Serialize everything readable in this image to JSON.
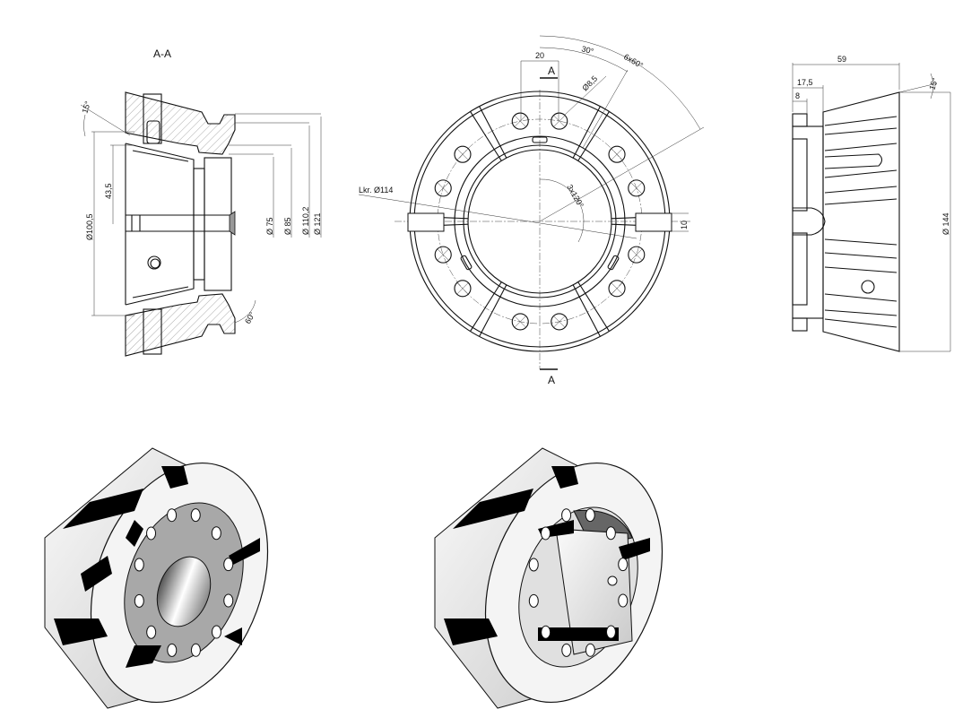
{
  "section_view": {
    "title": "A-A",
    "angle_top": "15°",
    "dim_43_5": "43,5",
    "dim_d100_5": "Ø100,5",
    "dim_d75": "Ø 75",
    "dim_d85": "Ø 85",
    "dim_d110_2": "Ø 110,2",
    "dim_d121": "Ø 121",
    "angle_bottom": "60°"
  },
  "front_view": {
    "dim_20": "20",
    "section_mark_top": "A",
    "section_mark_bottom": "A",
    "angle_30": "30°",
    "angle_6x60": "6x60°",
    "hole_dia": "Ø8,5",
    "bolt_circle": "Lkr. Ø114",
    "angle_3x120": "3x120°",
    "dim_10": "10"
  },
  "side_view": {
    "dim_59": "59",
    "dim_17_5": "17,5",
    "dim_8": "8",
    "angle_15": "15°",
    "dim_d144": "Ø 144"
  },
  "colors": {
    "line": "#111111",
    "background": "#ffffff",
    "shade": "#9a9a9a"
  }
}
